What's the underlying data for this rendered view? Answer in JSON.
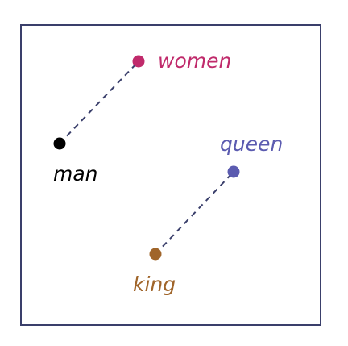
{
  "diagram": {
    "frame_color": "#3a3f6b",
    "line_color": "#3a3f6b",
    "points": [
      {
        "id": "man",
        "label": "man",
        "color": "#000000"
      },
      {
        "id": "women",
        "label": "women",
        "color": "#c02a6b"
      },
      {
        "id": "queen",
        "label": "queen",
        "color": "#5b5bb0"
      },
      {
        "id": "king",
        "label": "king",
        "color": "#a0652a"
      }
    ],
    "links": [
      {
        "from": "man",
        "to": "women",
        "style": "dashed"
      },
      {
        "from": "king",
        "to": "queen",
        "style": "dashed"
      }
    ]
  }
}
